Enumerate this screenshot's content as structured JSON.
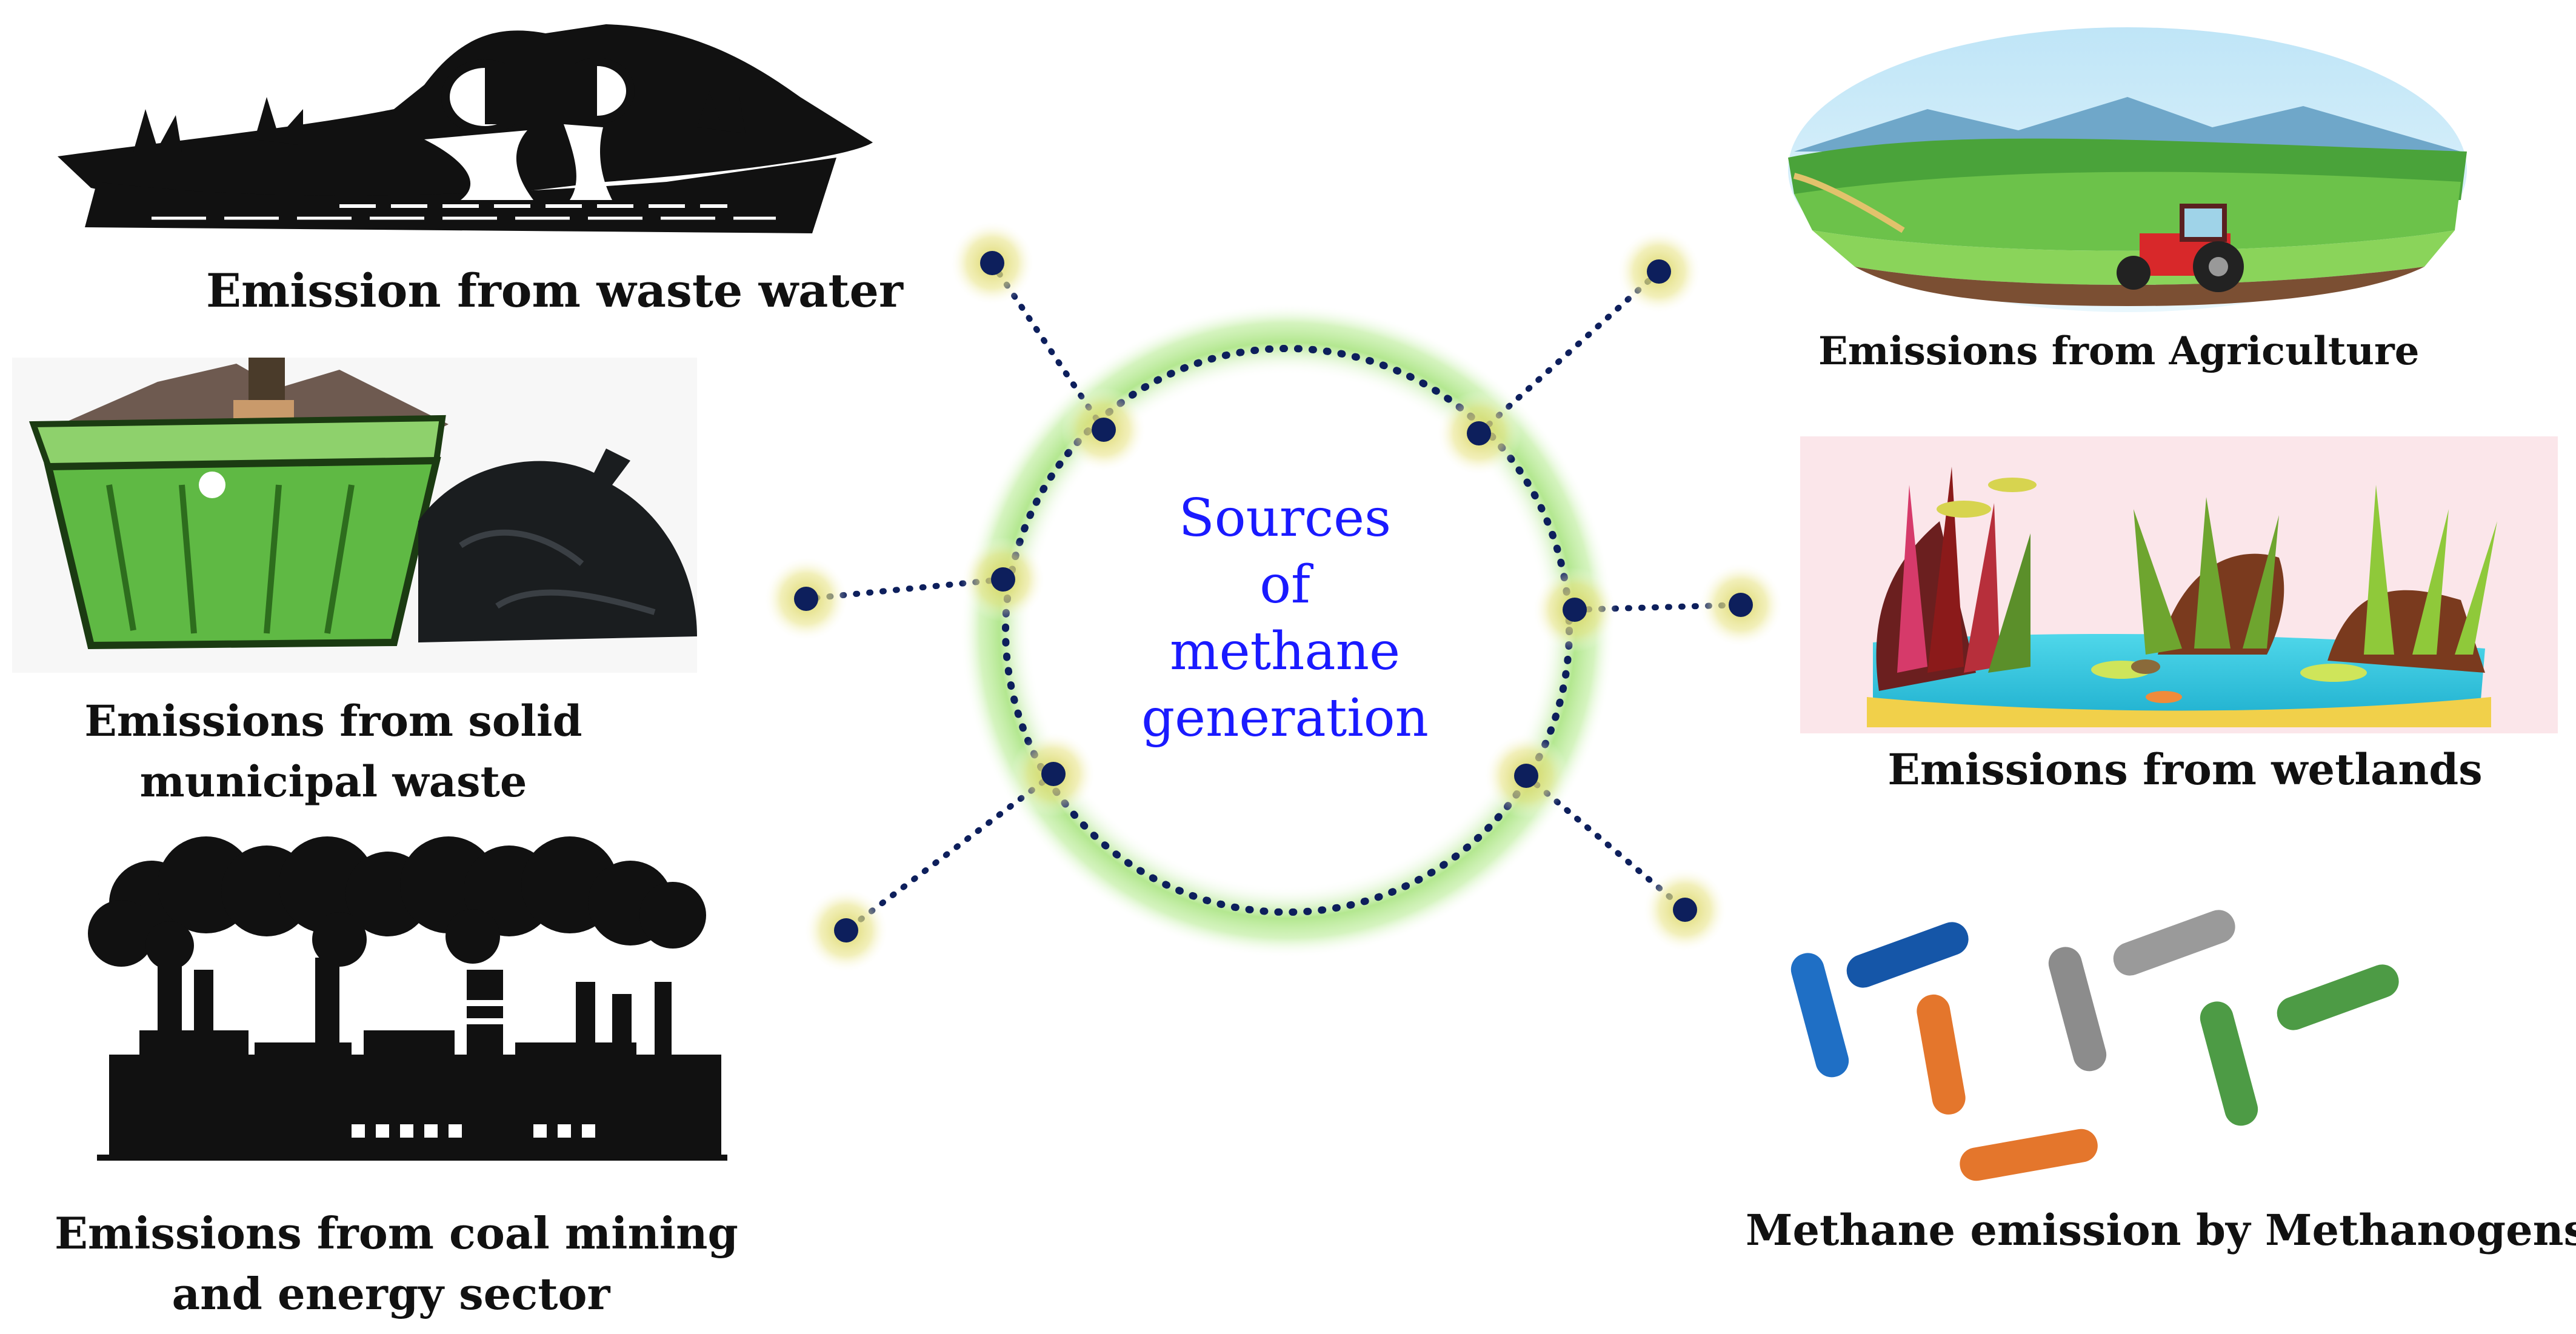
{
  "center": {
    "title_lines": [
      "Sources",
      "of",
      "methane",
      "generation"
    ]
  },
  "sources": [
    {
      "id": "waste-water",
      "lines": [
        "Emission from waste water"
      ],
      "icon": "waste-water-pipes-icon"
    },
    {
      "id": "solid-waste",
      "lines": [
        "Emissions from solid",
        "municipal waste"
      ],
      "icon": "garbage-dumpster-icon"
    },
    {
      "id": "coal-energy",
      "lines": [
        "Emissions from coal mining",
        "and energy sector"
      ],
      "icon": "factory-smoke-icon"
    },
    {
      "id": "agriculture",
      "lines": [
        "Emissions  from Agriculture"
      ],
      "icon": "farm-tractor-icon"
    },
    {
      "id": "wetlands",
      "lines": [
        "Emissions from wetlands"
      ],
      "icon": "wetland-pond-icon"
    },
    {
      "id": "methanogens",
      "lines": [
        "Methane emission by Methanogens"
      ],
      "icon": "bacteria-rods-icon"
    }
  ],
  "colors": {
    "center_text": "#1a1aff",
    "ring_dots": "#0d1f5c",
    "ring_glow": "#9be070",
    "node_glow": "#e6e17a",
    "label_text": "#111111"
  }
}
